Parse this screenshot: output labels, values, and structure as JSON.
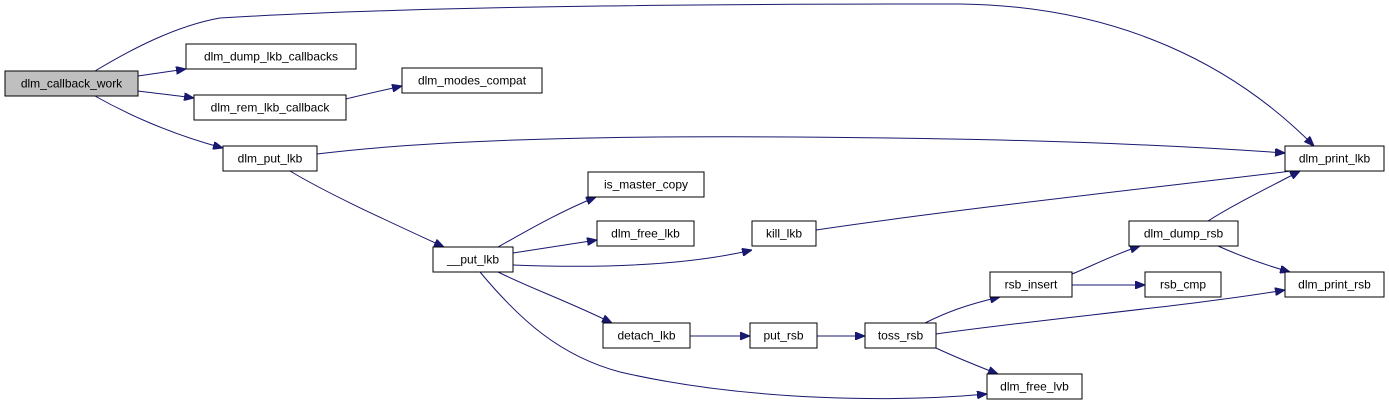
{
  "graph": {
    "edge_color": "#191970",
    "root_fill": "#bfbfbf",
    "nodes": [
      {
        "id": "dlm_callback_work",
        "label": "dlm_callback_work",
        "root": true
      },
      {
        "id": "dlm_dump_lkb_callbacks",
        "label": "dlm_dump_lkb_callbacks"
      },
      {
        "id": "dlm_rem_lkb_callback",
        "label": "dlm_rem_lkb_callback"
      },
      {
        "id": "dlm_modes_compat",
        "label": "dlm_modes_compat"
      },
      {
        "id": "dlm_put_lkb",
        "label": "dlm_put_lkb"
      },
      {
        "id": "dlm_print_lkb",
        "label": "dlm_print_lkb"
      },
      {
        "id": "__put_lkb",
        "label": "__put_lkb"
      },
      {
        "id": "is_master_copy",
        "label": "is_master_copy"
      },
      {
        "id": "dlm_free_lkb",
        "label": "dlm_free_lkb"
      },
      {
        "id": "kill_lkb",
        "label": "kill_lkb"
      },
      {
        "id": "detach_lkb",
        "label": "detach_lkb"
      },
      {
        "id": "put_rsb",
        "label": "put_rsb"
      },
      {
        "id": "toss_rsb",
        "label": "toss_rsb"
      },
      {
        "id": "rsb_insert",
        "label": "rsb_insert"
      },
      {
        "id": "dlm_dump_rsb",
        "label": "dlm_dump_rsb"
      },
      {
        "id": "rsb_cmp",
        "label": "rsb_cmp"
      },
      {
        "id": "dlm_print_rsb",
        "label": "dlm_print_rsb"
      },
      {
        "id": "dlm_free_lvb",
        "label": "dlm_free_lvb"
      }
    ],
    "edges": [
      {
        "from": "dlm_callback_work",
        "to": "dlm_dump_lkb_callbacks"
      },
      {
        "from": "dlm_callback_work",
        "to": "dlm_rem_lkb_callback"
      },
      {
        "from": "dlm_callback_work",
        "to": "dlm_put_lkb"
      },
      {
        "from": "dlm_callback_work",
        "to": "dlm_print_lkb"
      },
      {
        "from": "dlm_rem_lkb_callback",
        "to": "dlm_modes_compat"
      },
      {
        "from": "dlm_put_lkb",
        "to": "dlm_print_lkb"
      },
      {
        "from": "dlm_put_lkb",
        "to": "__put_lkb"
      },
      {
        "from": "__put_lkb",
        "to": "is_master_copy"
      },
      {
        "from": "__put_lkb",
        "to": "dlm_free_lkb"
      },
      {
        "from": "__put_lkb",
        "to": "kill_lkb"
      },
      {
        "from": "__put_lkb",
        "to": "detach_lkb"
      },
      {
        "from": "__put_lkb",
        "to": "dlm_free_lvb"
      },
      {
        "from": "kill_lkb",
        "to": "dlm_print_lkb"
      },
      {
        "from": "detach_lkb",
        "to": "put_rsb"
      },
      {
        "from": "put_rsb",
        "to": "toss_rsb"
      },
      {
        "from": "toss_rsb",
        "to": "rsb_insert"
      },
      {
        "from": "toss_rsb",
        "to": "dlm_print_rsb"
      },
      {
        "from": "toss_rsb",
        "to": "dlm_free_lvb"
      },
      {
        "from": "rsb_insert",
        "to": "dlm_dump_rsb"
      },
      {
        "from": "rsb_insert",
        "to": "rsb_cmp"
      },
      {
        "from": "dlm_dump_rsb",
        "to": "dlm_print_lkb"
      },
      {
        "from": "dlm_dump_rsb",
        "to": "dlm_print_rsb"
      }
    ]
  }
}
